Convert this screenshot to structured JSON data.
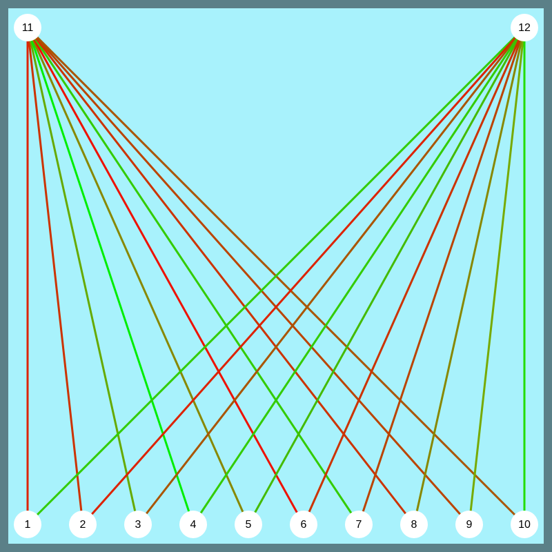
{
  "colors": {
    "frame": "#5b8088",
    "canvas": "#a8f2fc",
    "node_fill": "#ffffff",
    "label": "#000000"
  },
  "nodes": [
    {
      "id": "1",
      "label": "1"
    },
    {
      "id": "2",
      "label": "2"
    },
    {
      "id": "3",
      "label": "3"
    },
    {
      "id": "4",
      "label": "4"
    },
    {
      "id": "5",
      "label": "5"
    },
    {
      "id": "6",
      "label": "6"
    },
    {
      "id": "7",
      "label": "7"
    },
    {
      "id": "8",
      "label": "8"
    },
    {
      "id": "9",
      "label": "9"
    },
    {
      "id": "10",
      "label": "10"
    },
    {
      "id": "11",
      "label": "11"
    },
    {
      "id": "12",
      "label": "12"
    }
  ],
  "edges": [
    {
      "from": "11",
      "to": "1",
      "color": "#dd2200"
    },
    {
      "from": "11",
      "to": "2",
      "color": "#cc3300"
    },
    {
      "from": "11",
      "to": "3",
      "color": "#66aa00"
    },
    {
      "from": "11",
      "to": "4",
      "color": "#00ee00"
    },
    {
      "from": "11",
      "to": "5",
      "color": "#888800"
    },
    {
      "from": "11",
      "to": "6",
      "color": "#ee1100"
    },
    {
      "from": "11",
      "to": "7",
      "color": "#33cc00"
    },
    {
      "from": "11",
      "to": "8",
      "color": "#cc3300"
    },
    {
      "from": "11",
      "to": "9",
      "color": "#bb4400"
    },
    {
      "from": "11",
      "to": "10",
      "color": "#aa5500"
    },
    {
      "from": "12",
      "to": "1",
      "color": "#33cc00"
    },
    {
      "from": "12",
      "to": "2",
      "color": "#dd2200"
    },
    {
      "from": "12",
      "to": "3",
      "color": "#aa5500"
    },
    {
      "from": "12",
      "to": "4",
      "color": "#33cc00"
    },
    {
      "from": "12",
      "to": "5",
      "color": "#44bb00"
    },
    {
      "from": "12",
      "to": "6",
      "color": "#cc3300"
    },
    {
      "from": "12",
      "to": "7",
      "color": "#bb4400"
    },
    {
      "from": "12",
      "to": "8",
      "color": "#888800"
    },
    {
      "from": "12",
      "to": "9",
      "color": "#77aa00"
    },
    {
      "from": "12",
      "to": "10",
      "color": "#22dd00"
    }
  ]
}
